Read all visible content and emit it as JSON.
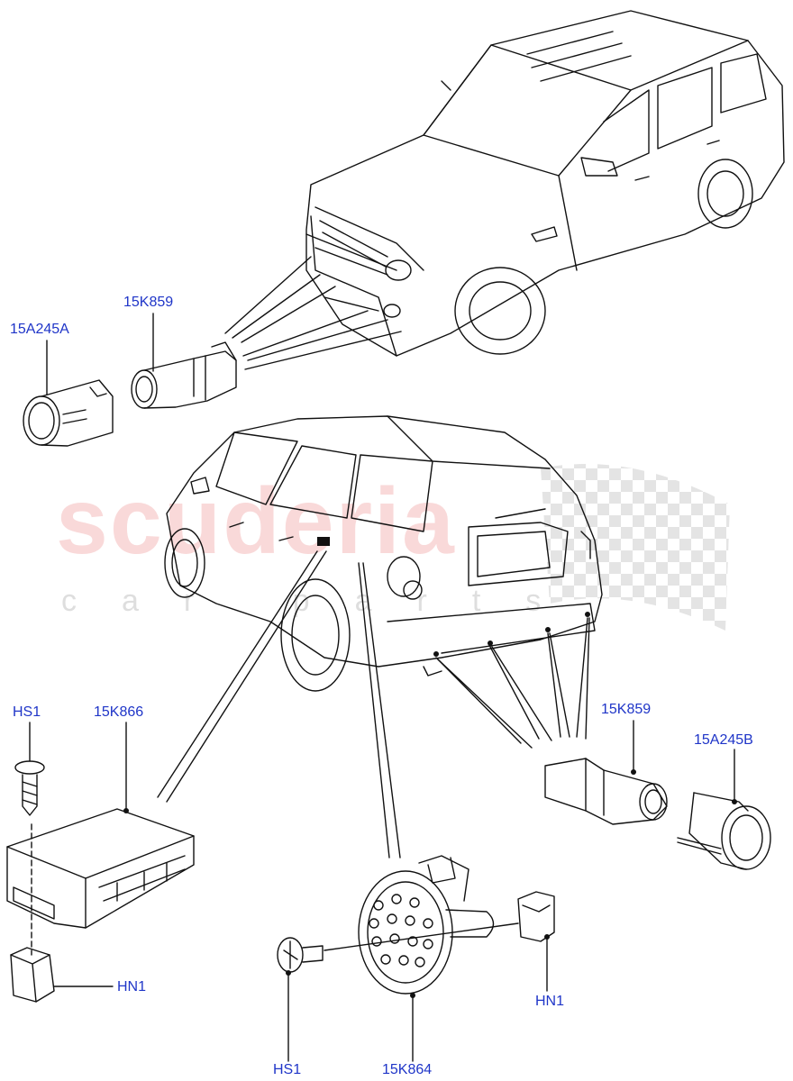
{
  "watermark": {
    "brand": "scuderia",
    "tagline": "car parts"
  },
  "colors": {
    "label": "#1f35c8",
    "line": "#111111",
    "watermark": "#eb7878"
  },
  "callouts": {
    "front_bezel": "15A245A",
    "front_sensor": "15K859",
    "screw_module": "HS1",
    "control_module": "15K866",
    "nut_module": "HN1",
    "rear_sensor": "15K859",
    "rear_bezel": "15A245B",
    "nut_sounder": "HN1",
    "screw_sounder": "HS1",
    "sounder": "15K864"
  }
}
